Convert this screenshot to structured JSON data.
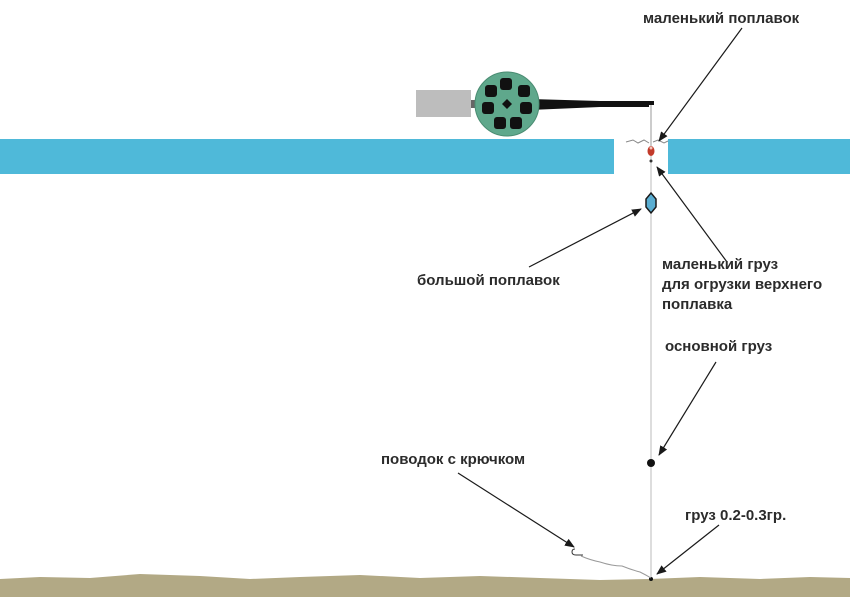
{
  "labels": {
    "small_float": "маленький поплавок",
    "small_weight_line1": "маленький груз",
    "small_weight_line2": "для огрузки верхнего",
    "small_weight_line3": "поплавка",
    "big_float": "большой поплавок",
    "main_weight": "основной груз",
    "leader_hook": "поводок с крючком",
    "bottom_weight": "груз 0.2-0.3гр."
  },
  "colors": {
    "ice": "#4fb9d9",
    "seabed": "#b2a985",
    "reel": "#5fa88c",
    "handle": "#bdbdbd",
    "big_float": "#5aaed2",
    "small_float": "#c23a2a",
    "line": "#9a9a9a",
    "arrow": "#1a1a1a"
  }
}
